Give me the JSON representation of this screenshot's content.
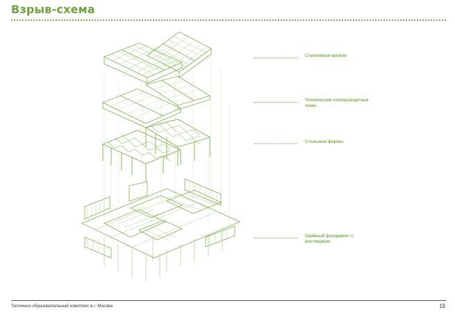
{
  "header": {
    "title": "Взрыв-схема"
  },
  "callouts": [
    {
      "label": "Стеклянная кровля"
    },
    {
      "label": "Техническая солнцезащитная ткань"
    },
    {
      "label": "Стальные фермы"
    },
    {
      "label": "Свайный фундамент с ростверком"
    }
  ],
  "footer": {
    "text": "Теплично-образовательный комплекс в г. Москва",
    "page_number": "19"
  },
  "colors": {
    "accent": "#6da33a",
    "line": "#8fbf5e",
    "faint": "#b9d99a"
  }
}
